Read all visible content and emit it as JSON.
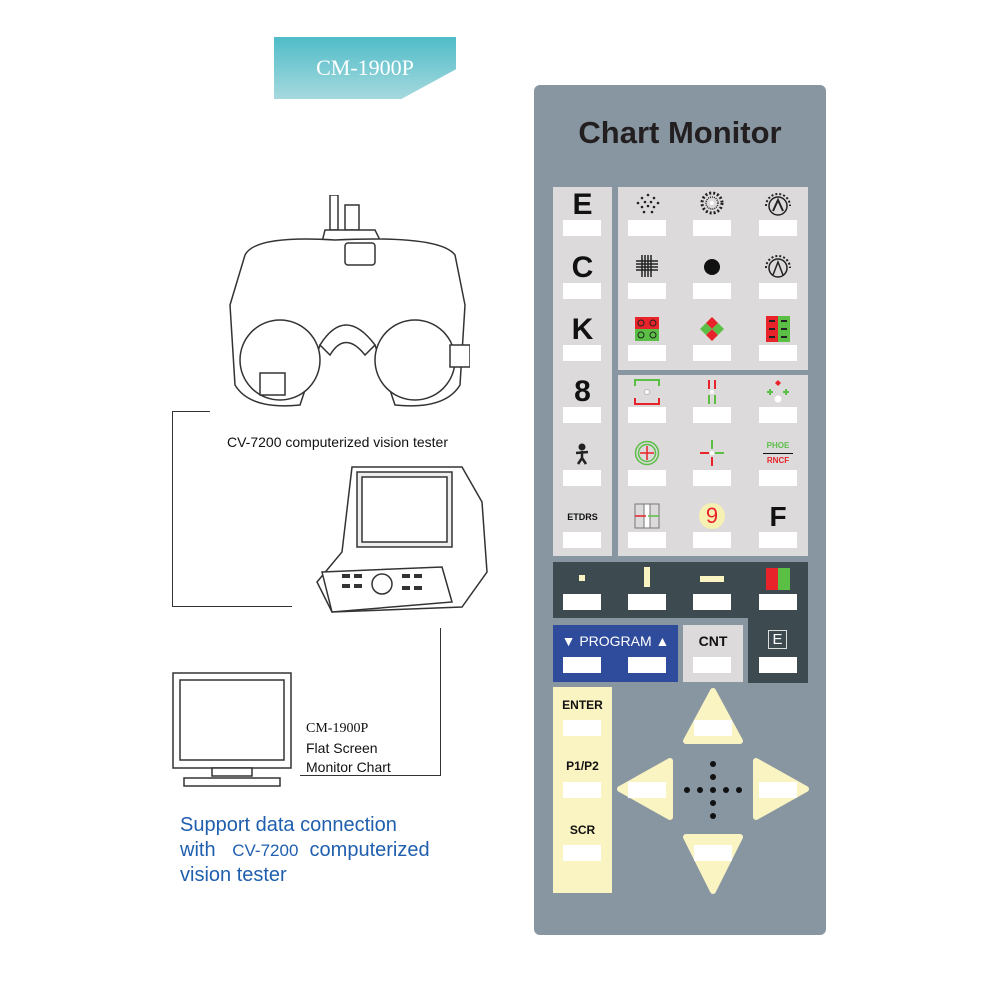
{
  "banner": {
    "model": "CM-1900P"
  },
  "left": {
    "vision_tester_caption": "CV-7200 computerized vision tester",
    "monitor_caption": {
      "model": "CM-1900P",
      "line2": "Flat Screen",
      "line3": "Monitor Chart"
    },
    "support_text": {
      "line1": "Support data connection",
      "line2_a": "with",
      "line2_model": "CV-7200",
      "line2_b": "computerized",
      "line3": "vision tester"
    }
  },
  "panel": {
    "title": "Chart Monitor",
    "left_column": [
      "E",
      "C",
      "K",
      "8",
      "",
      "ETDRS"
    ],
    "top_grid_icons": [
      "dot-pattern-icon",
      "clock-dial-icon",
      "astigmatism-dial-a-icon",
      "grid-icon",
      "dot-icon",
      "astigmatism-dial-b-icon",
      "red-green-circles-icon",
      "diamond-numbers-icon",
      "red-green-numbers-icon"
    ],
    "bottom_grid": {
      "phoe": "PHOE",
      "rncf": "RNCF",
      "nine": "9",
      "f": "F"
    },
    "program_label": "PROGRAM",
    "cnt_label": "CNT",
    "e_label": "E",
    "side_buttons": [
      "ENTER",
      "P1/P2",
      "SCR"
    ],
    "colors": {
      "panel": "#8796a1",
      "dark": "#3d4a4f",
      "program": "#2f4c9c",
      "yellow": "#faf3c2",
      "red": "#e8232a",
      "green": "#5bbf46"
    }
  }
}
